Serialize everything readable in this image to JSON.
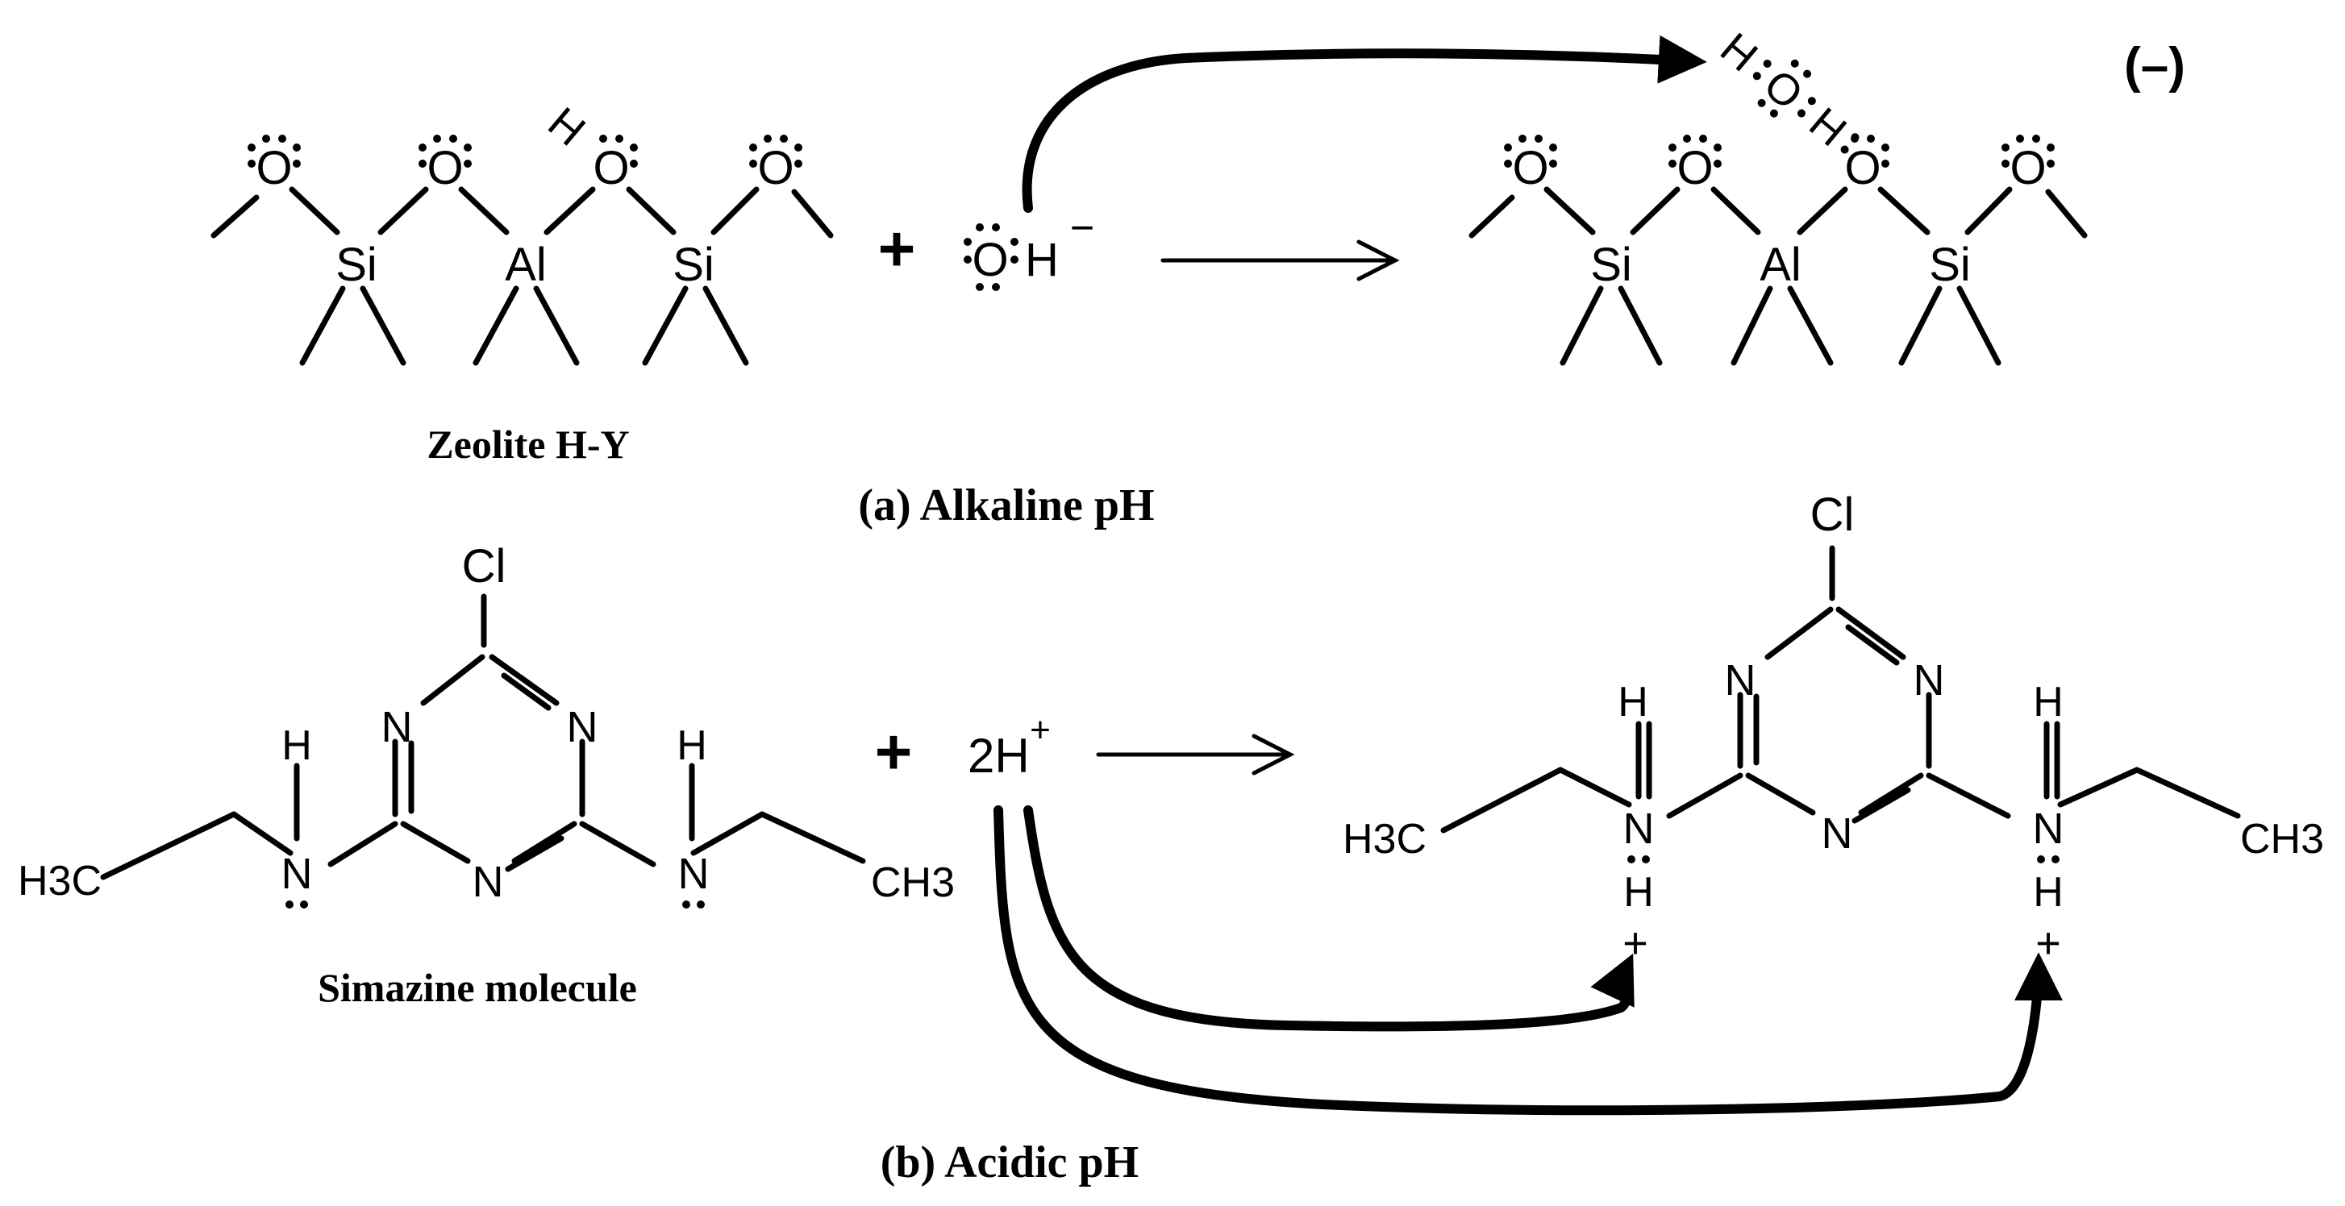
{
  "panel_a": {
    "charge": "(–)",
    "reagent": {
      "symbol": "O",
      "tail": "H",
      "charge": "−"
    },
    "plus": "+",
    "water": {
      "h1": "H",
      "o": "O",
      "h2": "H"
    },
    "zeolite_atoms": {
      "o1": "O",
      "o2": "O",
      "o3": "O",
      "o4": "O",
      "si1": "Si",
      "al": "Al",
      "si2": "Si",
      "h": "H"
    },
    "caption_zeolite": "Zeolite H-Y",
    "caption": "(a) Alkaline pH"
  },
  "panel_b": {
    "plus": "+",
    "reagent": {
      "main": "2H",
      "charge": "+"
    },
    "simazine_atoms": {
      "cl": "Cl",
      "n_top_left": "N",
      "n_top_right": "N",
      "n_bottom": "N",
      "nh_left": "N",
      "nh_right": "N",
      "h_left": "H",
      "h_right": "H",
      "ch3_left": "H3C",
      "ch3_right": "CH3"
    },
    "protonated_atoms": {
      "h_left_bottom": "H",
      "h_right_bottom": "H",
      "plus_left": "+",
      "plus_right": "+"
    },
    "caption_simazine": "Simazine molecule",
    "caption": "(b) Acidic pH"
  }
}
